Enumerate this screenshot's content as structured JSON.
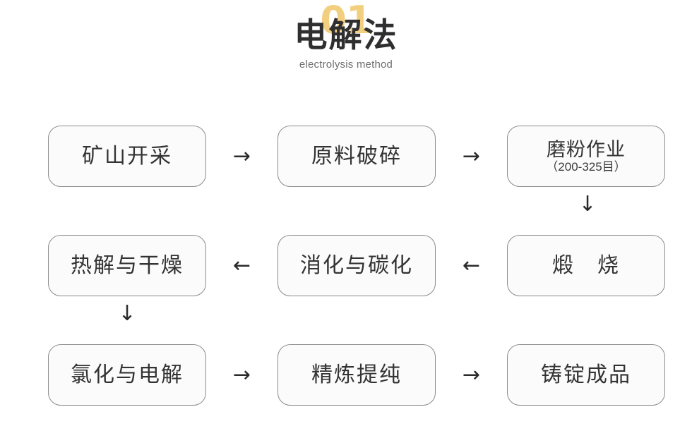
{
  "header": {
    "badge_number": "01",
    "title_cn": "电解法",
    "title_en": "electrolysis method",
    "badge_color": "#F2CF7E",
    "title_color": "#2F2F2F",
    "subtitle_color": "#6E6E6E"
  },
  "flow": {
    "node_border_color": "#8C8C8C",
    "node_fill_color": "#FBFBFB",
    "text_color": "#333333",
    "arrow_color": "#2B2B2B",
    "rows": [
      {
        "id": "row-1",
        "direction": "left-to-right",
        "nodes": [
          {
            "main": "矿山开采",
            "sub": ""
          },
          {
            "main": "原料破碎",
            "sub": ""
          },
          {
            "main": "磨粉作业",
            "sub": "（200-325目）"
          }
        ],
        "arrows": [
          "→",
          "→"
        ]
      },
      {
        "id": "row-2",
        "direction": "right-to-left",
        "nodes": [
          {
            "main": "热解与干燥",
            "sub": ""
          },
          {
            "main": "消化与碳化",
            "sub": ""
          },
          {
            "main": "煅　烧",
            "sub": ""
          }
        ],
        "arrows": [
          "←",
          "←"
        ]
      },
      {
        "id": "row-3",
        "direction": "left-to-right",
        "nodes": [
          {
            "main": "氯化与电解",
            "sub": ""
          },
          {
            "main": "精炼提纯",
            "sub": ""
          },
          {
            "main": "铸锭成品",
            "sub": ""
          }
        ],
        "arrows": [
          "→",
          "→"
        ]
      }
    ],
    "vertical_arrows": [
      {
        "id": "right-column-down",
        "glyph": "↓"
      },
      {
        "id": "left-column-down",
        "glyph": "↓"
      }
    ]
  }
}
